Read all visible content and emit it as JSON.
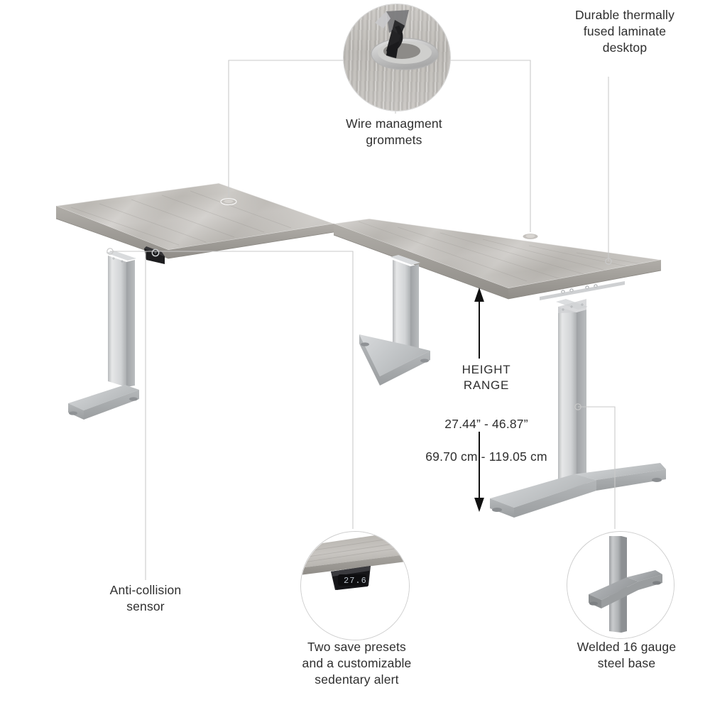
{
  "page": {
    "title": "L Shaped Height Adjustable Standing Desk Feature Diagram",
    "background_color": "#ffffff"
  },
  "colors": {
    "callout_line": "#c9c9c9",
    "arrow": "#111111",
    "text": "#2e2e2e",
    "desktop_light": "#cbc8c4",
    "desktop_mid": "#b5b2ad",
    "desktop_edge": "#9d9a96",
    "leg_light": "#e3e4e5",
    "leg_mid": "#c3c5c7",
    "leg_dark": "#a6a9ab",
    "sensor_black": "#1c1c1e",
    "display_black": "#16171a",
    "display_digits": "#c9cfd6"
  },
  "callouts": [
    {
      "id": "durable-laminate",
      "label": "Durable thermally\nfused laminate\ndesktop",
      "position": "top-right"
    },
    {
      "id": "wire-management",
      "label": "Wire managment\ngrommets",
      "position": "top-center",
      "has_inset": true
    },
    {
      "id": "height-range",
      "title": "HEIGHT\nRANGE",
      "values_imperial": "27.44” - 46.87”",
      "values_metric": "69.70 cm - 119.05 cm",
      "position": "center-right"
    },
    {
      "id": "anti-collision",
      "label": "Anti-collision\nsensor",
      "position": "bottom-left"
    },
    {
      "id": "presets",
      "label": "Two save presets\nand a customizable\nsedentary alert",
      "position": "bottom-center",
      "has_inset": true,
      "display_reading": "27.6"
    },
    {
      "id": "steel-base",
      "label": "Welded 16 gauge\nsteel base",
      "position": "bottom-right",
      "has_inset": true
    }
  ],
  "labels": {
    "durable_laminate": "Durable thermally\nfused laminate\ndesktop",
    "wire_management": "Wire managment\ngrommets",
    "height_range_title": "HEIGHT\nRANGE",
    "height_range_imperial": "27.44” - 46.87”",
    "height_range_metric": "69.70 cm - 119.05 cm",
    "anti_collision": "Anti-collision\nsensor",
    "presets": "Two save presets\nand a customizable\nsedentary alert",
    "steel_base": "Welded 16 gauge\nsteel base",
    "control_display": "27.6"
  },
  "product": {
    "type": "L-shaped height adjustable standing desk",
    "desktop_finish": "thermally fused laminate, light gray wood grain",
    "base_finish": "welded 16 gauge steel, silver",
    "legs": 3,
    "grommets": 2,
    "height_min_in": 27.44,
    "height_max_in": 46.87,
    "height_min_cm": 69.7,
    "height_max_cm": 119.05
  }
}
